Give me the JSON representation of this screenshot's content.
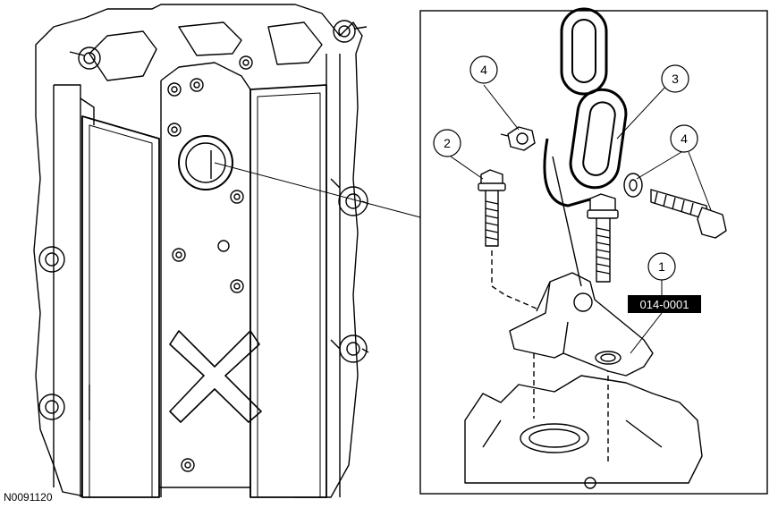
{
  "figure": {
    "figure_id": "N0091120",
    "callouts": [
      {
        "number": "1",
        "tool_number": "014-0001"
      },
      {
        "number": "2"
      },
      {
        "number": "3"
      },
      {
        "number": "4"
      },
      {
        "number": "4"
      }
    ]
  }
}
